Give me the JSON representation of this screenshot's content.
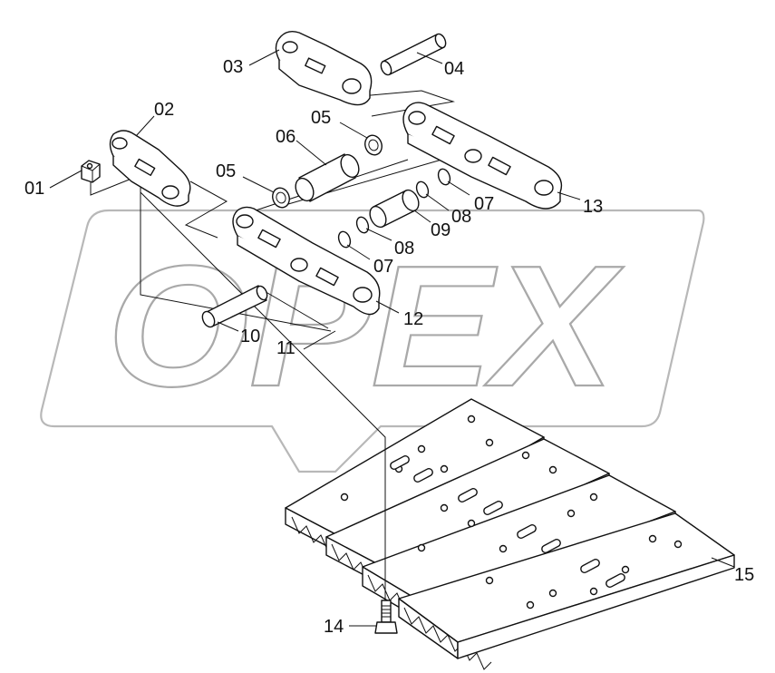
{
  "watermark": {
    "text": "OPEX"
  },
  "labels": [
    {
      "id": "01",
      "text": "01"
    },
    {
      "id": "02",
      "text": "02"
    },
    {
      "id": "03",
      "text": "03"
    },
    {
      "id": "04",
      "text": "04"
    },
    {
      "id": "05a",
      "text": "05"
    },
    {
      "id": "05b",
      "text": "05"
    },
    {
      "id": "06",
      "text": "06"
    },
    {
      "id": "07a",
      "text": "07"
    },
    {
      "id": "07b",
      "text": "07"
    },
    {
      "id": "08a",
      "text": "08"
    },
    {
      "id": "08b",
      "text": "08"
    },
    {
      "id": "09",
      "text": "09"
    },
    {
      "id": "10",
      "text": "10"
    },
    {
      "id": "11",
      "text": "11"
    },
    {
      "id": "12",
      "text": "12"
    },
    {
      "id": "13",
      "text": "13"
    },
    {
      "id": "14",
      "text": "14"
    },
    {
      "id": "15",
      "text": "15"
    }
  ]
}
